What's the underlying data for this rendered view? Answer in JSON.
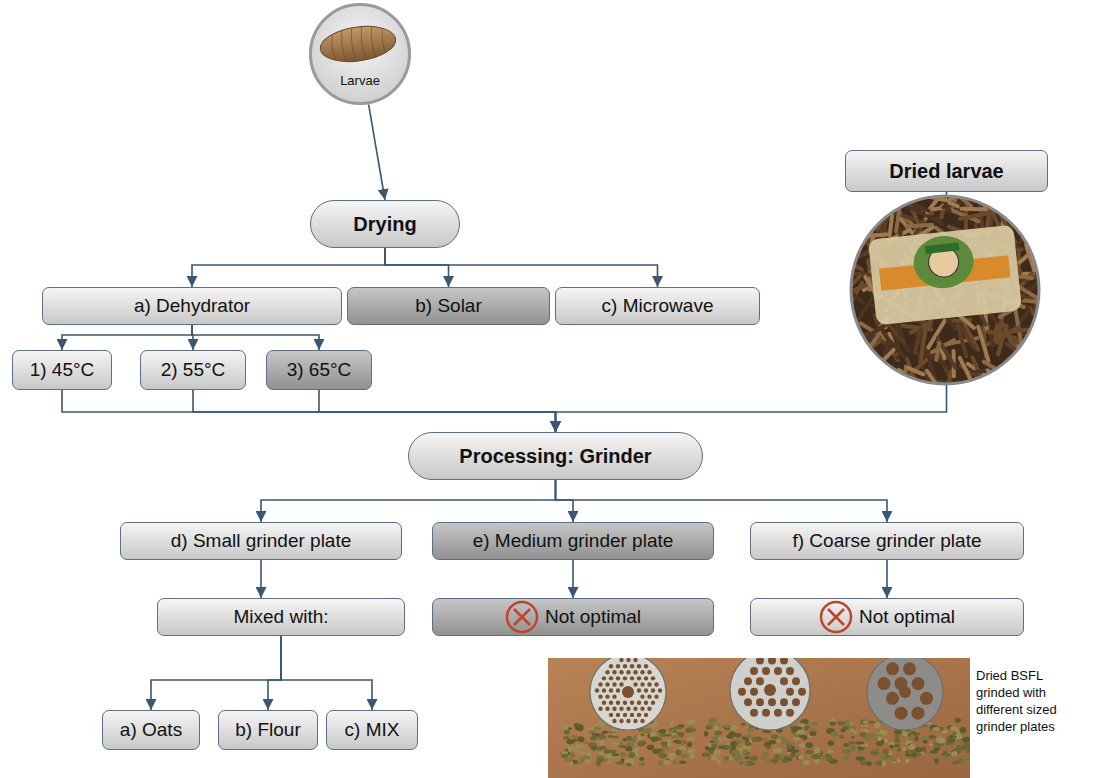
{
  "diagram": {
    "nodes": [
      {
        "text": [
          "Larvae"
        ]
      },
      {
        "text": [
          "Drying"
        ]
      },
      {
        "text": [
          "a) Dehydrator"
        ]
      },
      {
        "text": [
          "b) Solar"
        ]
      },
      {
        "text": [
          "c) Microwave"
        ]
      },
      {
        "text": [
          "1) 45°C"
        ]
      },
      {
        "text": [
          "2) 55°C"
        ]
      },
      {
        "text": [
          "3) 65°C"
        ]
      },
      {
        "text": [
          "Dried larvae"
        ]
      },
      {
        "text": [
          "Processing: Grinder"
        ]
      },
      {
        "text": [
          "d) Small grinder plate"
        ]
      },
      {
        "text": [
          "e) Medium grinder plate"
        ]
      },
      {
        "text": [
          "f) Coarse grinder plate"
        ]
      },
      {
        "text": [
          "Mixed with:"
        ]
      },
      {
        "text": [
          "Not optimal"
        ]
      },
      {
        "text": [
          "Not optimal"
        ]
      },
      {
        "text": [
          "a) Oats"
        ]
      },
      {
        "text": [
          "b) Flour"
        ]
      },
      {
        "text": [
          "c) MIX"
        ]
      }
    ],
    "edges": [
      {
        "from": 0,
        "to": 1,
        "arrow": "to"
      },
      {
        "from": 1,
        "to": 2,
        "arrow": "to"
      },
      {
        "from": 1,
        "to": 3,
        "arrow": "to"
      },
      {
        "from": 1,
        "to": 4,
        "arrow": "to"
      },
      {
        "from": 2,
        "to": 5,
        "arrow": "to"
      },
      {
        "from": 2,
        "to": 6,
        "arrow": "to"
      },
      {
        "from": 2,
        "to": 7,
        "arrow": "to"
      },
      {
        "from": 5,
        "to": 9,
        "arrow": "to"
      },
      {
        "from": 6,
        "to": 9,
        "arrow": "to"
      },
      {
        "from": 7,
        "to": 9,
        "arrow": "to"
      },
      {
        "from": 8,
        "to": 9,
        "arrow": "to"
      },
      {
        "from": 9,
        "to": 10,
        "arrow": "to"
      },
      {
        "from": 9,
        "to": 11,
        "arrow": "to"
      },
      {
        "from": 9,
        "to": 12,
        "arrow": "to"
      },
      {
        "from": 10,
        "to": 13,
        "arrow": "to"
      },
      {
        "from": 11,
        "to": 14,
        "arrow": "to"
      },
      {
        "from": 12,
        "to": 15,
        "arrow": "to"
      },
      {
        "from": 13,
        "to": 16,
        "arrow": "to"
      },
      {
        "from": 13,
        "to": 17,
        "arrow": "to"
      },
      {
        "from": 13,
        "to": 18,
        "arrow": "to"
      }
    ],
    "labels": [
      "Dried BSFL grinded with different sized grinder plates"
    ]
  }
}
